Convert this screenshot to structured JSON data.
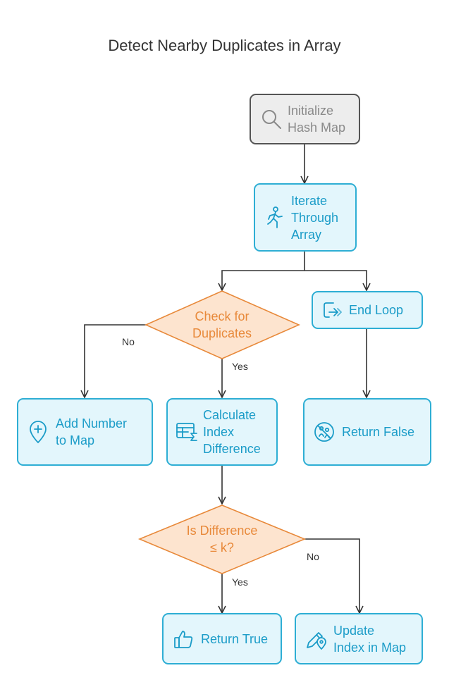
{
  "title": "Detect Nearby Duplicates in Array",
  "nodes": {
    "init": {
      "label": "Initialize\nHash Map",
      "icon": "magnifier-icon"
    },
    "iterate": {
      "label": "Iterate\nThrough\nArray",
      "icon": "walking-person-icon"
    },
    "check": {
      "label": "Check for\nDuplicates"
    },
    "end_loop": {
      "label": "End Loop",
      "icon": "exit-arrow-icon"
    },
    "add": {
      "label": "Add Number\nto Map",
      "icon": "add-location-icon"
    },
    "calc": {
      "label": "Calculate\nIndex\nDifference",
      "icon": "table-sum-icon"
    },
    "return_false": {
      "label": "Return False",
      "icon": "no-people-icon"
    },
    "is_diff": {
      "label": "Is Difference\n≤ k?"
    },
    "return_true": {
      "label": "Return True",
      "icon": "thumbs-up-icon"
    },
    "update": {
      "label": "Update\nIndex in Map",
      "icon": "pen-location-icon"
    }
  },
  "edges": {
    "check_no": "No",
    "check_yes": "Yes",
    "diff_yes": "Yes",
    "diff_no": "No"
  },
  "colors": {
    "blue_fill": "#e3f6fc",
    "blue_stroke": "#2eaed4",
    "diamond_fill": "#fde4cf",
    "diamond_stroke": "#e8893a",
    "gray_fill": "#ededed",
    "edge": "#333333"
  }
}
